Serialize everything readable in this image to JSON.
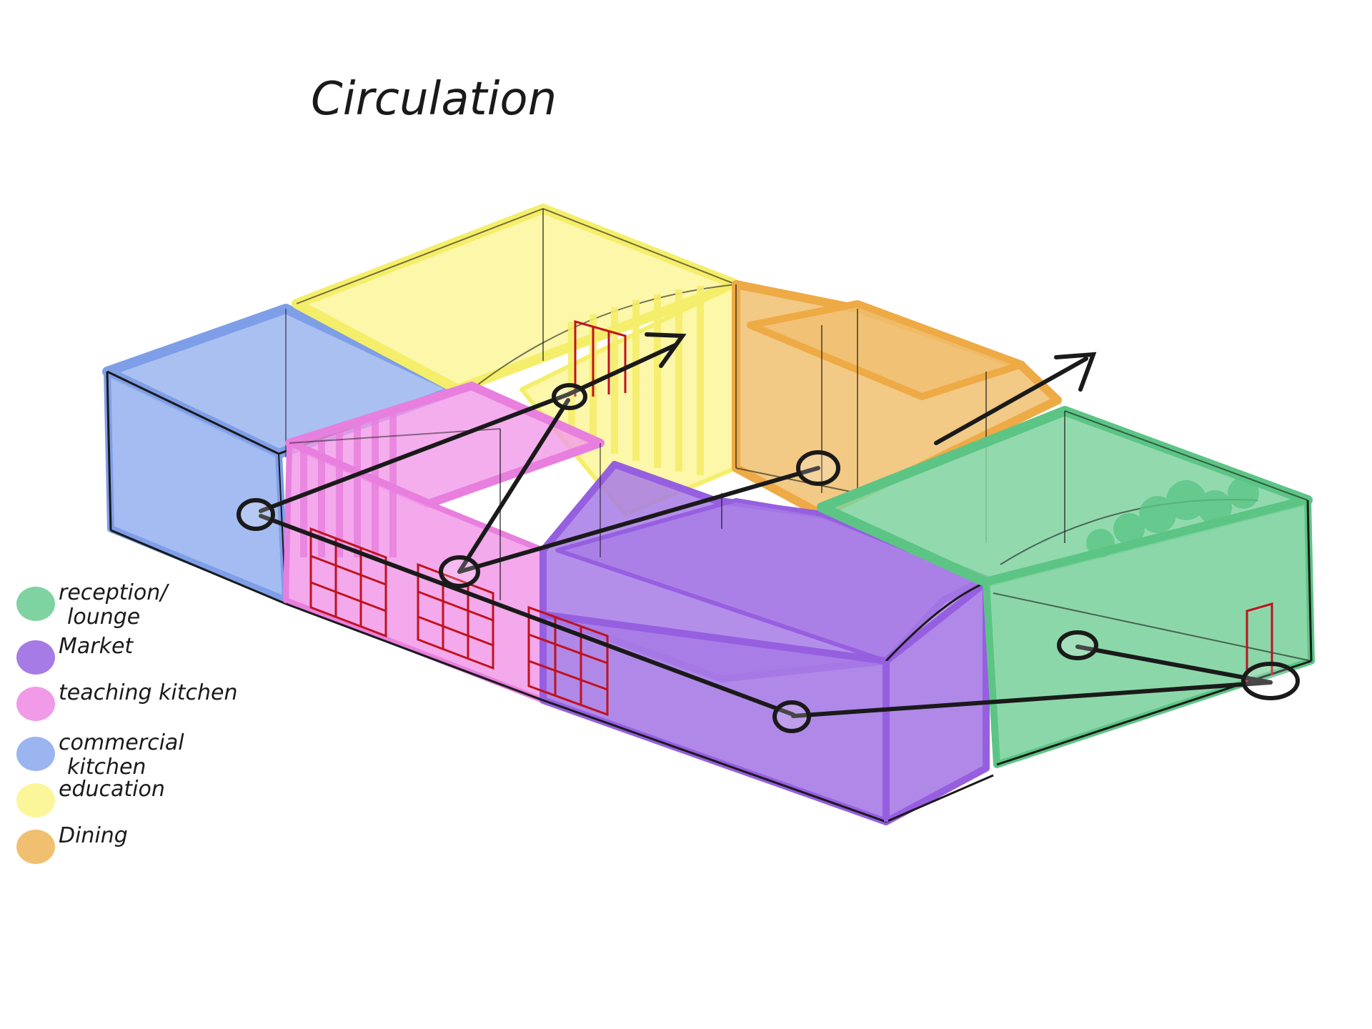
{
  "title": "Circulation",
  "legend": [
    {
      "key": "reception",
      "lines": [
        "reception/",
        "lounge"
      ],
      "color": "#7fd3a0"
    },
    {
      "key": "market",
      "lines": [
        "Market"
      ],
      "color": "#a77be6"
    },
    {
      "key": "teaching-kitchen",
      "lines": [
        "teaching kitchen"
      ],
      "color": "#f19ae8"
    },
    {
      "key": "commercial-kitchen",
      "lines": [
        "commercial",
        "kitchen"
      ],
      "color": "#9ab5ef"
    },
    {
      "key": "education",
      "lines": [
        "education"
      ],
      "color": "#fbf69a"
    },
    {
      "key": "dining",
      "lines": [
        "Dining"
      ],
      "color": "#f0bf70"
    }
  ],
  "colors": {
    "commercial_kitchen": "#9ab5ef",
    "education": "#fbf69a",
    "dining": "#f0bf70",
    "teaching_kitchen": "#f19ae8",
    "market": "#a77be6",
    "reception": "#7fd3a0",
    "circulation_line": "#1a1a1a",
    "door_window_red": "#c0121e"
  }
}
